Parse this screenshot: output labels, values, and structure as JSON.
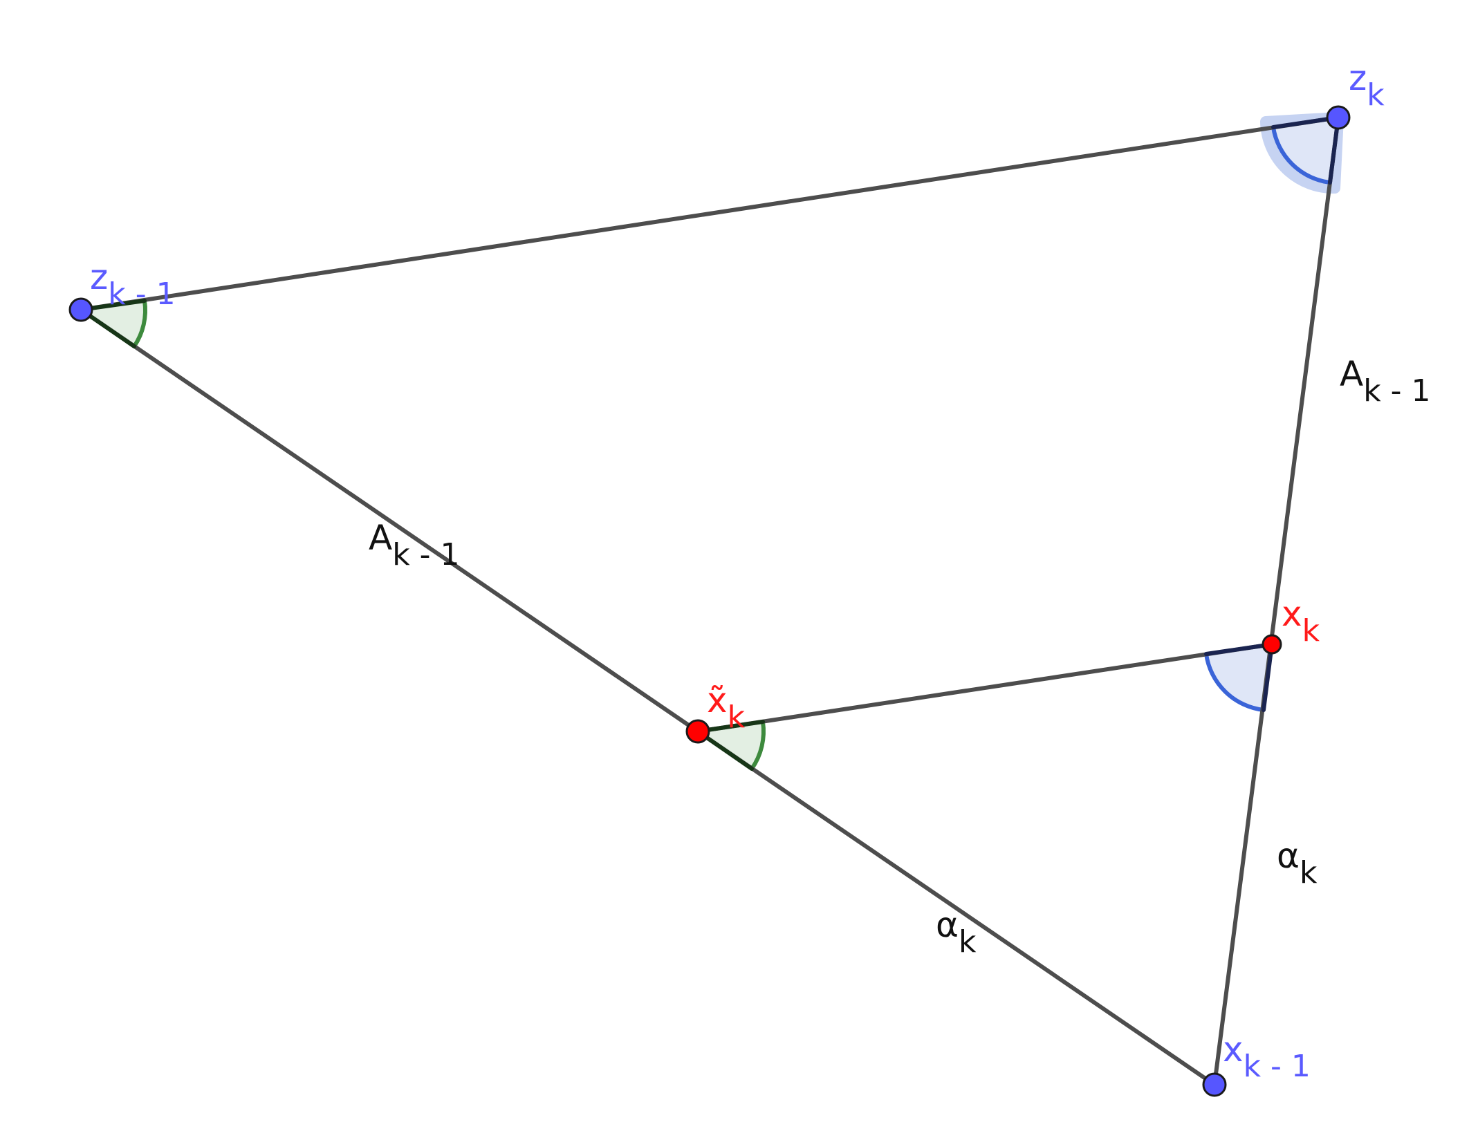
{
  "colors": {
    "segment": "#4d4d4d",
    "point_blue": "#5656ff",
    "point_red": "#ff0000",
    "label_blue": "#5a5aff",
    "label_red": "#ff1a1a",
    "label_black": "#111111",
    "angle_green_stroke": "#3d8a3d",
    "angle_green_fill": "#e3efe3",
    "angle_blue_stroke": "#3a64d8",
    "angle_blue_fill": "#dfe6f7"
  },
  "points": {
    "z_k_minus_1": {
      "base": "z",
      "sub": "k - 1"
    },
    "z_k": {
      "base": "z",
      "sub": "k"
    },
    "x_k": {
      "base": "x",
      "sub": "k"
    },
    "x_tilde_k": {
      "base": "x̃",
      "sub": "k"
    },
    "x_k_minus_1": {
      "base": "x",
      "sub": "k - 1"
    }
  },
  "segment_labels": {
    "left_upper": {
      "base": "A",
      "sub": "k - 1"
    },
    "right_upper": {
      "base": "A",
      "sub": "k - 1"
    },
    "left_lower": {
      "base": "α",
      "sub": "k"
    },
    "right_lower": {
      "base": "α",
      "sub": "k"
    }
  }
}
